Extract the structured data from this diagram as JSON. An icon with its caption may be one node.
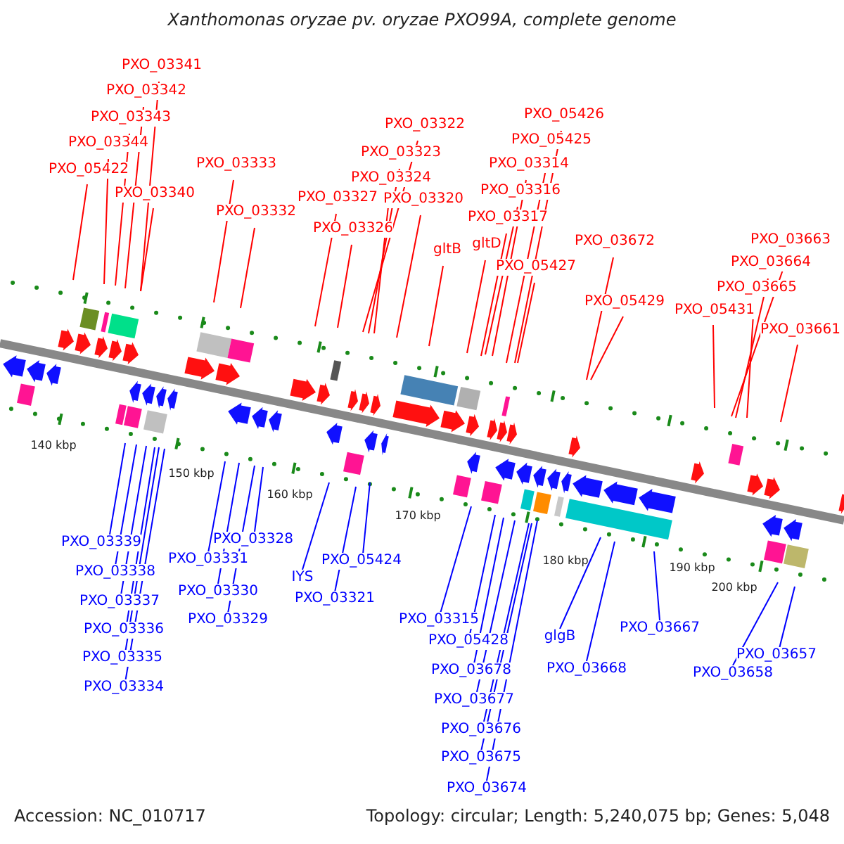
{
  "diagram": {
    "title": "Xanthomonas oryzae pv. oryzae PXO99A, complete genome",
    "nodes": [
      {
        "text": [
          "PXO_03341"
        ]
      },
      {
        "text": [
          "PXO_03342"
        ]
      },
      {
        "text": [
          "PXO_03343"
        ]
      },
      {
        "text": [
          "PXO_03344"
        ]
      },
      {
        "text": [
          "PXO_05422"
        ]
      },
      {
        "text": [
          "PXO_03340"
        ]
      },
      {
        "text": [
          "PXO_03333"
        ]
      },
      {
        "text": [
          "PXO_03332"
        ]
      },
      {
        "text": [
          "PXO_03327"
        ]
      },
      {
        "text": [
          "PXO_03326"
        ]
      },
      {
        "text": [
          "PXO_03322"
        ]
      },
      {
        "text": [
          "PXO_03323"
        ]
      },
      {
        "text": [
          "PXO_03324"
        ]
      },
      {
        "text": [
          "PXO_03320"
        ]
      },
      {
        "text": [
          "gltB"
        ]
      },
      {
        "text": [
          "gltD"
        ]
      },
      {
        "text": [
          "PXO_03317"
        ]
      },
      {
        "text": [
          "PXO_03316"
        ]
      },
      {
        "text": [
          "PXO_03314"
        ]
      },
      {
        "text": [
          "PXO_05425"
        ]
      },
      {
        "text": [
          "PXO_05426"
        ]
      },
      {
        "text": [
          "PXO_05427"
        ]
      },
      {
        "text": [
          "PXO_03672"
        ]
      },
      {
        "text": [
          "PXO_05429"
        ]
      },
      {
        "text": [
          "PXO_05431"
        ]
      },
      {
        "text": [
          "PXO_03663"
        ]
      },
      {
        "text": [
          "PXO_03664"
        ]
      },
      {
        "text": [
          "PXO_03665"
        ]
      },
      {
        "text": [
          "PXO_03661"
        ]
      },
      {
        "text": [
          "PXO_03339"
        ]
      },
      {
        "text": [
          "PXO_03338"
        ]
      },
      {
        "text": [
          "PXO_03337"
        ]
      },
      {
        "text": [
          "PXO_03336"
        ]
      },
      {
        "text": [
          "PXO_03335"
        ]
      },
      {
        "text": [
          "PXO_03334"
        ]
      },
      {
        "text": [
          "PXO_03328"
        ]
      },
      {
        "text": [
          "PXO_03331"
        ]
      },
      {
        "text": [
          "PXO_03330"
        ]
      },
      {
        "text": [
          "PXO_03329"
        ]
      },
      {
        "text": [
          "IYS"
        ]
      },
      {
        "text": [
          "PXO_05424"
        ]
      },
      {
        "text": [
          "PXO_03321"
        ]
      },
      {
        "text": [
          "PXO_03315"
        ]
      },
      {
        "text": [
          "PXO_05428"
        ]
      },
      {
        "text": [
          "PXO_03678"
        ]
      },
      {
        "text": [
          "PXO_03677"
        ]
      },
      {
        "text": [
          "PXO_03676"
        ]
      },
      {
        "text": [
          "PXO_03675"
        ]
      },
      {
        "text": [
          "PXO_03674"
        ]
      },
      {
        "text": [
          "glgB"
        ]
      },
      {
        "text": [
          "PXO_03668"
        ]
      },
      {
        "text": [
          "PXO_03667"
        ]
      },
      {
        "text": [
          "PXO_03657"
        ]
      },
      {
        "text": [
          "PXO_03658"
        ]
      }
    ],
    "edges": [
      {
        "from": 0,
        "to": null,
        "arrow": "none"
      },
      {
        "from": 1,
        "to": null,
        "arrow": "none"
      },
      {
        "from": 2,
        "to": null,
        "arrow": "none"
      },
      {
        "from": 3,
        "to": null,
        "arrow": "none"
      },
      {
        "from": 4,
        "to": null,
        "arrow": "none"
      },
      {
        "from": 5,
        "to": null,
        "arrow": "none"
      },
      {
        "from": 6,
        "to": null,
        "arrow": "none"
      },
      {
        "from": 7,
        "to": null,
        "arrow": "none"
      },
      {
        "from": 8,
        "to": null,
        "arrow": "none"
      },
      {
        "from": 9,
        "to": null,
        "arrow": "none"
      },
      {
        "from": 10,
        "to": null,
        "arrow": "none"
      },
      {
        "from": 11,
        "to": null,
        "arrow": "none"
      },
      {
        "from": 12,
        "to": null,
        "arrow": "none"
      },
      {
        "from": 13,
        "to": null,
        "arrow": "none"
      },
      {
        "from": 14,
        "to": null,
        "arrow": "none"
      },
      {
        "from": 15,
        "to": null,
        "arrow": "none"
      },
      {
        "from": 16,
        "to": null,
        "arrow": "none"
      },
      {
        "from": 17,
        "to": null,
        "arrow": "none"
      },
      {
        "from": 18,
        "to": null,
        "arrow": "none"
      },
      {
        "from": 19,
        "to": null,
        "arrow": "none"
      },
      {
        "from": 20,
        "to": null,
        "arrow": "none"
      },
      {
        "from": 21,
        "to": null,
        "arrow": "none"
      },
      {
        "from": 22,
        "to": null,
        "arrow": "none"
      },
      {
        "from": 23,
        "to": null,
        "arrow": "none"
      },
      {
        "from": 24,
        "to": null,
        "arrow": "none"
      },
      {
        "from": 25,
        "to": null,
        "arrow": "none"
      },
      {
        "from": 26,
        "to": null,
        "arrow": "none"
      },
      {
        "from": 27,
        "to": null,
        "arrow": "none"
      },
      {
        "from": 28,
        "to": null,
        "arrow": "none"
      },
      {
        "from": 29,
        "to": null,
        "arrow": "none",
        "color": "#0000ff"
      },
      {
        "from": 30,
        "to": null,
        "arrow": "none",
        "color": "#0000ff"
      },
      {
        "from": 31,
        "to": null,
        "arrow": "none",
        "color": "#0000ff"
      },
      {
        "from": 32,
        "to": null,
        "arrow": "none",
        "color": "#0000ff"
      },
      {
        "from": 33,
        "to": null,
        "arrow": "none",
        "color": "#0000ff"
      },
      {
        "from": 34,
        "to": null,
        "arrow": "none",
        "color": "#0000ff"
      },
      {
        "from": 35,
        "to": null,
        "arrow": "none",
        "color": "#0000ff"
      },
      {
        "from": 36,
        "to": null,
        "arrow": "none",
        "color": "#0000ff"
      },
      {
        "from": 37,
        "to": null,
        "arrow": "none",
        "color": "#0000ff"
      },
      {
        "from": 38,
        "to": null,
        "arrow": "none",
        "color": "#0000ff"
      },
      {
        "from": 39,
        "to": null,
        "arrow": "none",
        "color": "#0000ff"
      },
      {
        "from": 40,
        "to": null,
        "arrow": "none",
        "color": "#0000ff"
      },
      {
        "from": 41,
        "to": null,
        "arrow": "none",
        "color": "#0000ff"
      },
      {
        "from": 42,
        "to": null,
        "arrow": "none",
        "color": "#0000ff"
      },
      {
        "from": 43,
        "to": null,
        "arrow": "none",
        "color": "#0000ff"
      },
      {
        "from": 44,
        "to": null,
        "arrow": "none",
        "color": "#0000ff"
      },
      {
        "from": 45,
        "to": null,
        "arrow": "none",
        "color": "#0000ff"
      },
      {
        "from": 46,
        "to": null,
        "arrow": "none",
        "color": "#0000ff"
      },
      {
        "from": 47,
        "to": null,
        "arrow": "none",
        "color": "#0000ff"
      },
      {
        "from": 48,
        "to": null,
        "arrow": "none",
        "color": "#0000ff"
      },
      {
        "from": 49,
        "to": null,
        "arrow": "none",
        "color": "#0000ff"
      },
      {
        "from": 50,
        "to": null,
        "arrow": "none",
        "color": "#0000ff"
      },
      {
        "from": 51,
        "to": null,
        "arrow": "none",
        "color": "#0000ff"
      },
      {
        "from": 52,
        "to": null,
        "arrow": "none",
        "color": "#0000ff"
      },
      {
        "from": 53,
        "to": null,
        "arrow": "none",
        "color": "#0000ff"
      }
    ],
    "labels": [
      "140 kbp",
      "150 kbp",
      "160 kbp",
      "170 kbp",
      "180 kbp",
      "190 kbp",
      "200 kbp",
      "Accession: NC_010717",
      "Topology: circular; Length: 5,240,075 bp; Genes: 5,048"
    ]
  }
}
